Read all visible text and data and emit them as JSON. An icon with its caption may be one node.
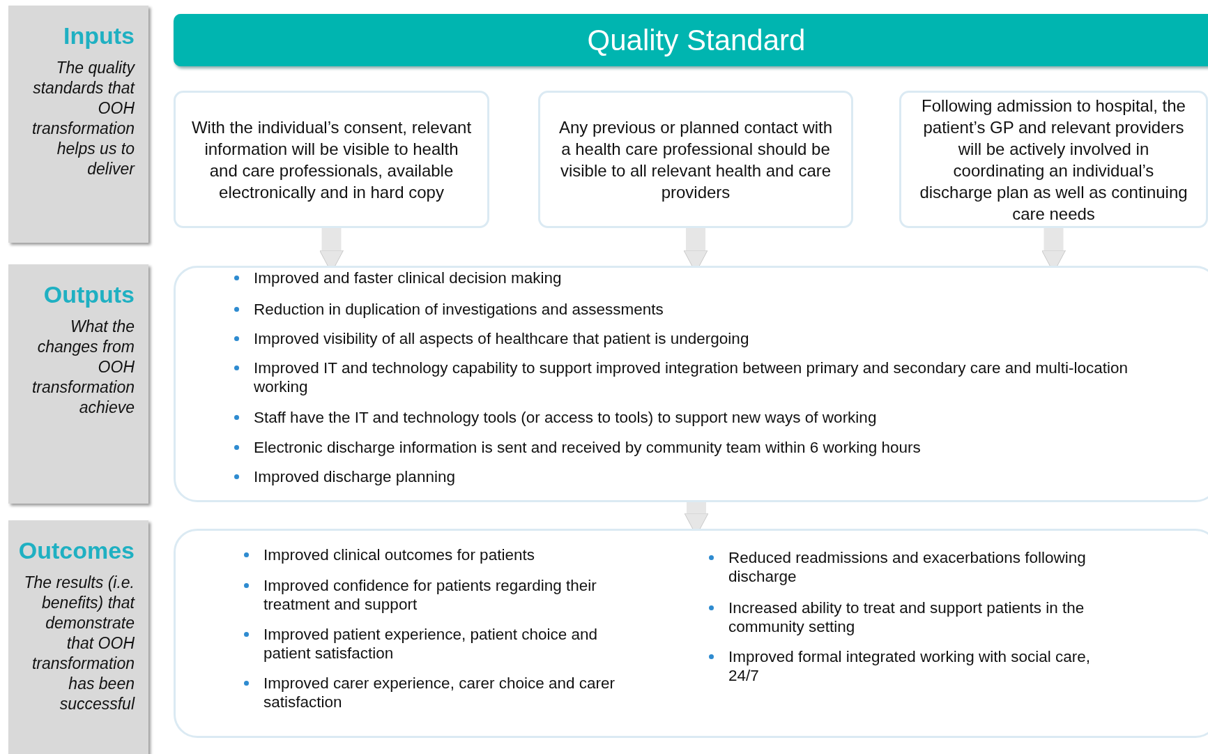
{
  "diagram": {
    "nodes": [
      {
        "text": [
          "Inputs",
          "The quality standards that OOH transformation helps us to deliver"
        ]
      },
      {
        "text": [
          "Outputs",
          "What the changes from OOH transformation achieve"
        ]
      },
      {
        "text": [
          "Outcomes",
          "The results (i.e. benefits) that demonstrate that OOH transformation has been successful"
        ]
      },
      {
        "text": [
          "Quality Standard"
        ]
      },
      {
        "text": [
          "With the individual’s consent, relevant information will be visible to health and care professionals, available electronically and in hard copy"
        ]
      },
      {
        "text": [
          "Any previous or planned contact with a health care professional should be visible to all relevant health and care providers"
        ]
      },
      {
        "text": [
          "Following admission to hospital, the patient’s GP and relevant providers will be actively involved in coordinating an individual’s discharge plan as well as continuing care needs"
        ]
      },
      {
        "text": [
          "Improved and faster clinical decision making",
          "Reduction in duplication of investigations and assessments",
          "Improved visibility of all aspects of healthcare that patient is undergoing",
          "Improved IT and technology capability to support improved integration between primary and secondary care and multi-location working",
          "Staff have the IT and technology tools (or access to tools) to support new ways of working",
          "Electronic discharge information is sent and received by community team within 6 working hours",
          "Improved discharge planning"
        ]
      },
      {
        "text": [
          "Improved clinical outcomes for patients",
          "Improved confidence for patients regarding their treatment and support",
          "Improved patient experience, patient choice and patient satisfaction",
          "Improved carer experience, carer choice and carer satisfaction",
          "Reduced readmissions and exacerbations following discharge",
          "Increased ability to treat and support patients in the community setting",
          "Improved formal integrated working with social care, 24/7"
        ]
      }
    ],
    "edges": [
      {
        "from": 4,
        "to": 7,
        "arrow": "to"
      },
      {
        "from": 5,
        "to": 7,
        "arrow": "to"
      },
      {
        "from": 6,
        "to": 7,
        "arrow": "to"
      },
      {
        "from": 7,
        "to": 8,
        "arrow": "to"
      }
    ]
  }
}
